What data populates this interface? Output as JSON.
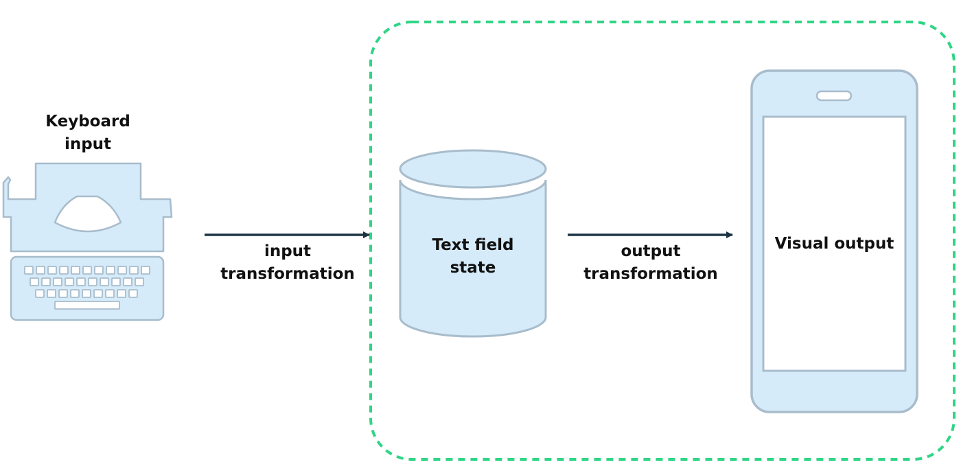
{
  "nodes": {
    "keyboard": {
      "lines": [
        "Keyboard",
        "input"
      ]
    },
    "state": {
      "lines": [
        "Text field",
        "state"
      ]
    },
    "output": {
      "lines": [
        "Visual output"
      ]
    }
  },
  "edges": {
    "input": {
      "lines": [
        "input",
        "transformation"
      ]
    },
    "output": {
      "lines": [
        "output",
        "transformation"
      ]
    }
  },
  "colors": {
    "fill": "#d6ebfa",
    "outline": "#a8bccb",
    "arrow": "#1c3443",
    "boundary": "#2fd586",
    "text": "#111111"
  }
}
